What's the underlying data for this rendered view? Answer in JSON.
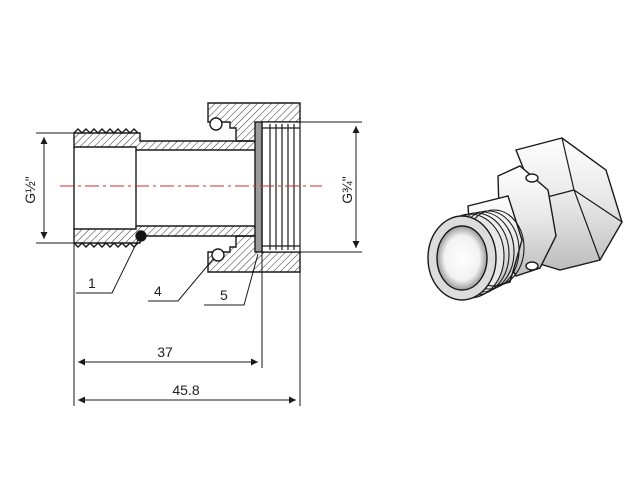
{
  "diagram": {
    "thread_left": "G½\"",
    "thread_right": "G¾\"",
    "callouts": [
      "1",
      "4",
      "5"
    ],
    "dimensions": {
      "inner_length": "37",
      "total_length": "45.8"
    }
  },
  "colors": {
    "line": "#1a1a1a",
    "centerline": "#d22b2b",
    "hatch": "#333333",
    "body_fill": "#f4f4f4"
  }
}
